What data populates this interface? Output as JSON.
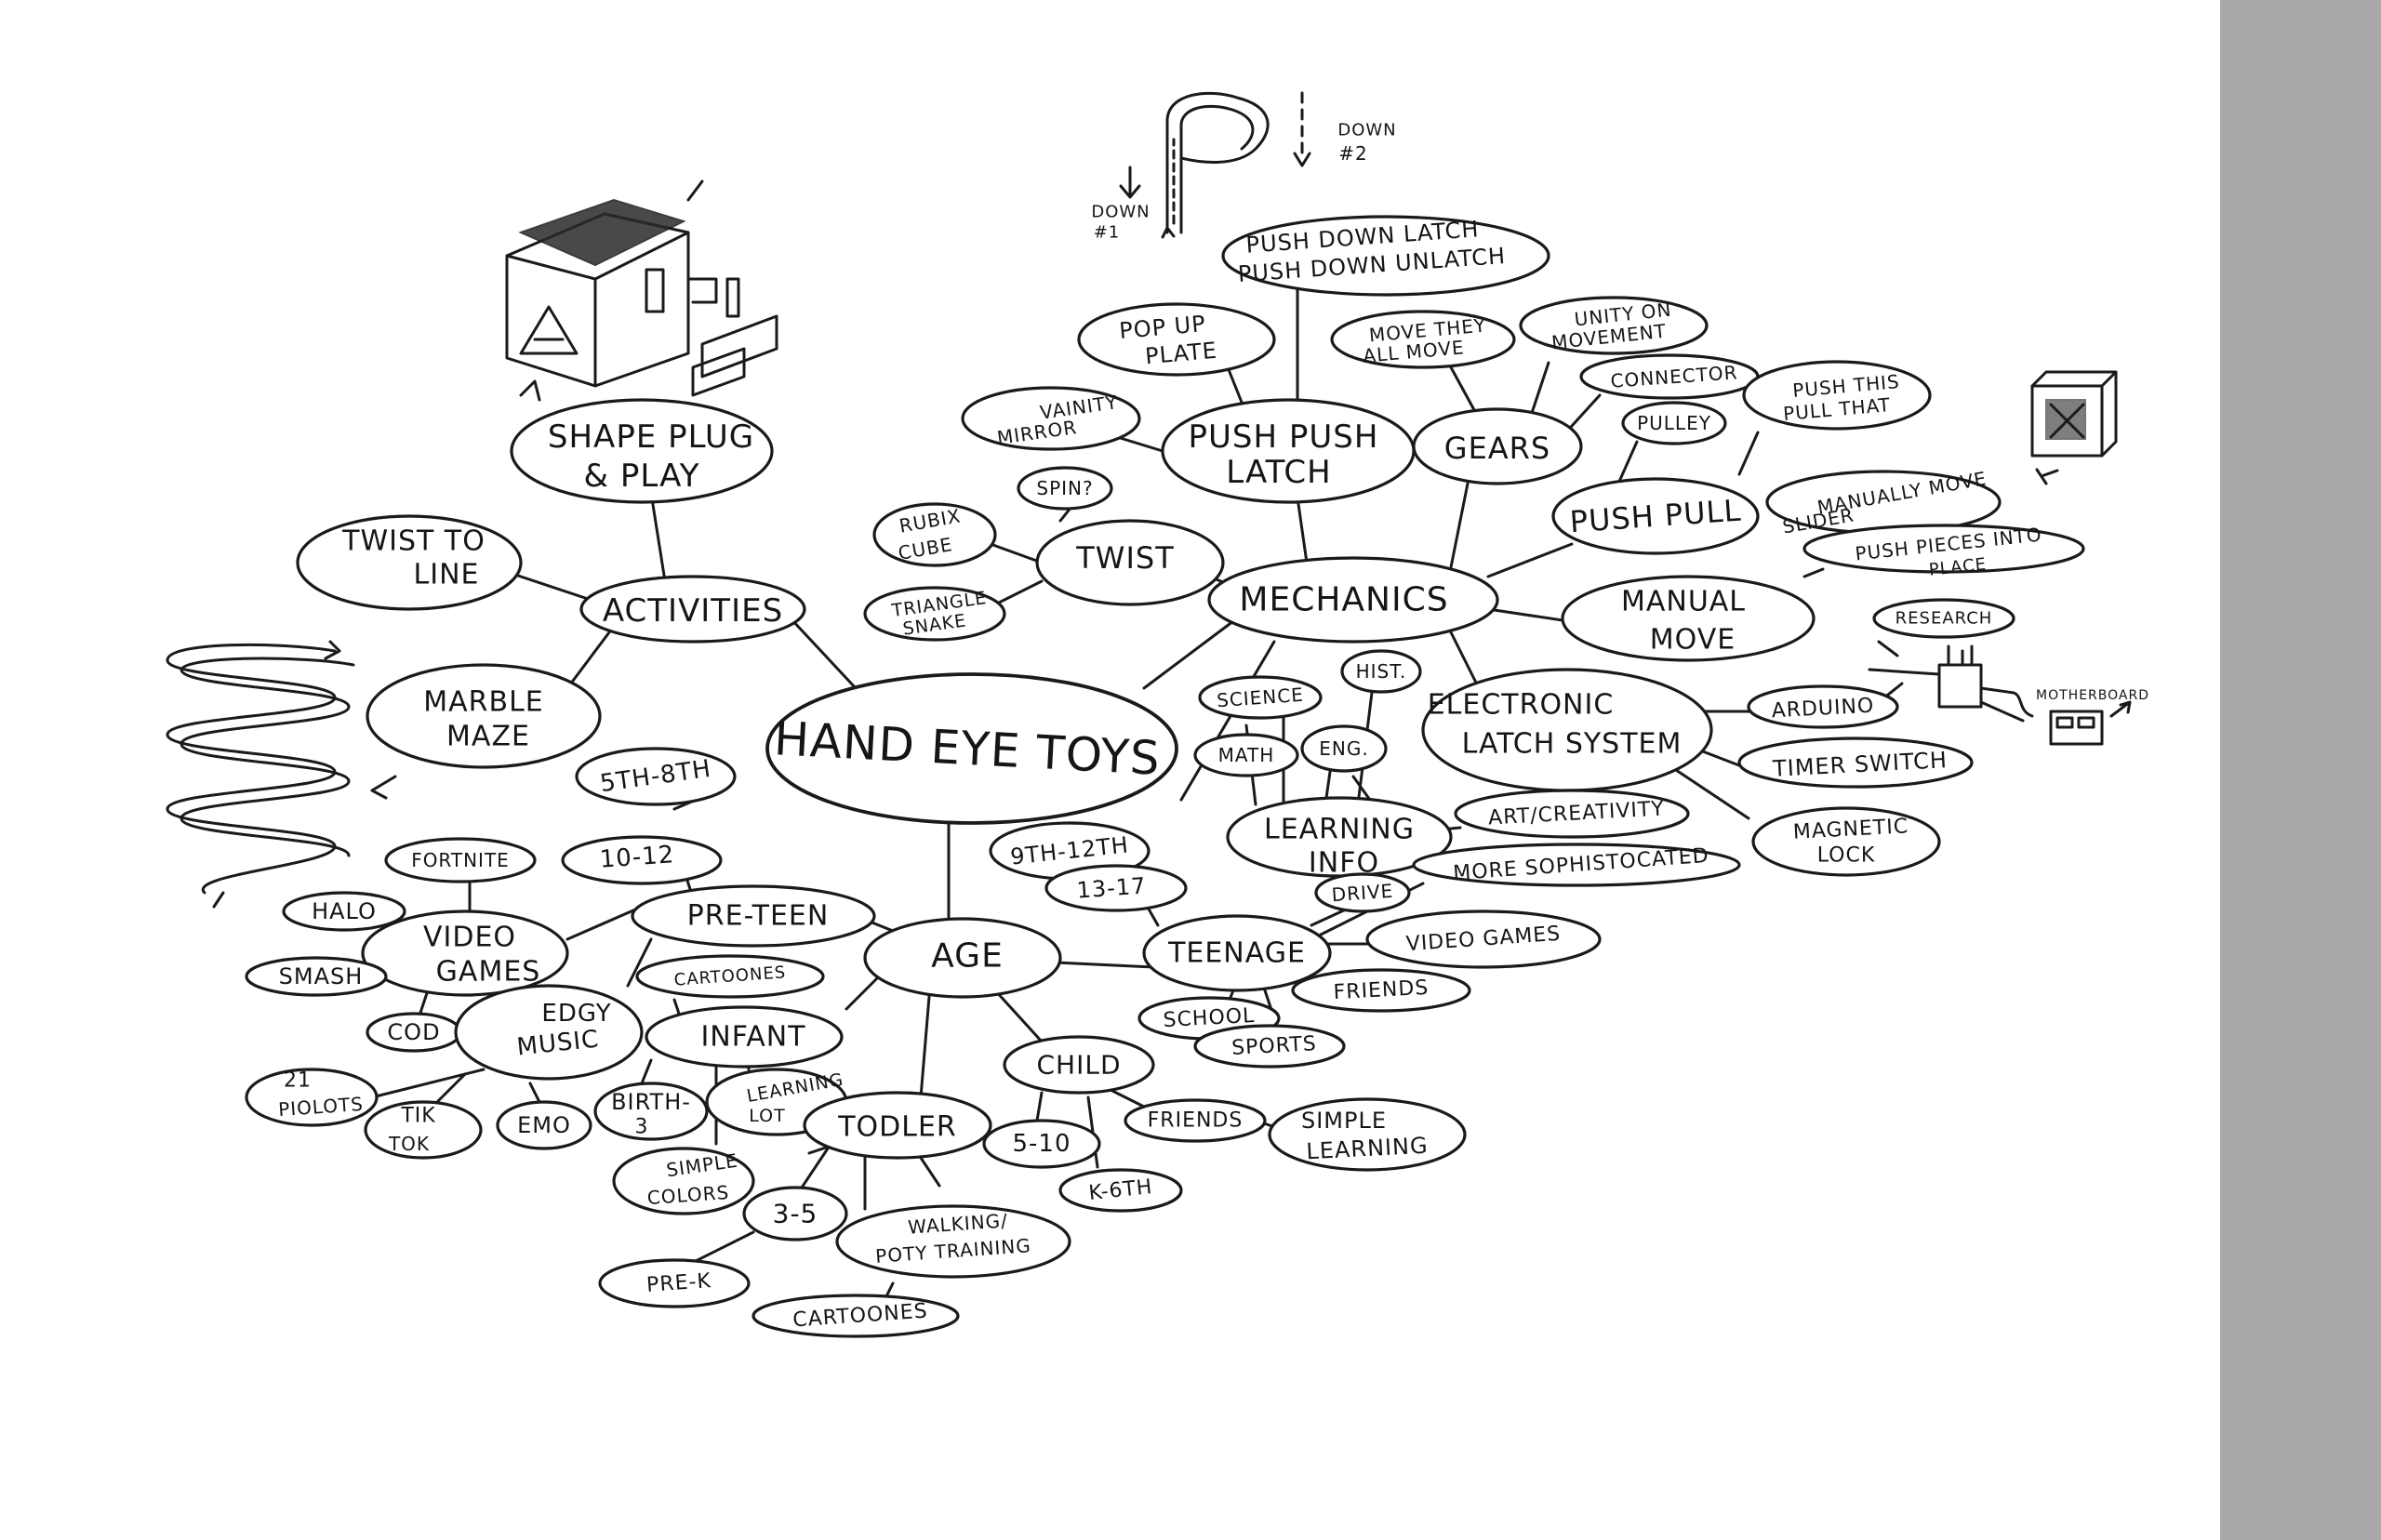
{
  "colors": {
    "paper": "#ffffff",
    "ink": "#1a1a1a",
    "sidebar": "#a8a8a8"
  },
  "center": "HAND EYE TOYS",
  "nodes": {
    "activities": "ACTIVITIES",
    "shape_plug": [
      "SHAPE PLUG",
      "& PLAY"
    ],
    "twist_to_line": [
      "TWIST TO",
      "LINE"
    ],
    "marble_maze": [
      "MARBLE",
      "MAZE"
    ],
    "mechanics": "MECHANICS",
    "push_push_latch": [
      "PUSH PUSH",
      "LATCH"
    ],
    "push_down_latch": [
      "PUSH DOWN LATCH",
      "PUSH DOWN UNLATCH"
    ],
    "pop_up_plate": [
      "POP UP",
      "PLATE"
    ],
    "vanity_mirror": [
      "VAINITY",
      "MIRROR"
    ],
    "twist": "TWIST",
    "spin": "SPIN?",
    "rubix_cube": [
      "RUBIX",
      "CUBE"
    ],
    "triangle_snake": [
      "TRIANGLE",
      "SNAKE"
    ],
    "gears": "GEARS",
    "move_they_all_move": [
      "MOVE THEY",
      "ALL MOVE"
    ],
    "unity_on_movement": [
      "UNITY ON",
      "MOVEMENT"
    ],
    "connector": "CONNECTOR",
    "push_pull": "PUSH PULL",
    "pulley": "PULLEY",
    "push_this_pull_that": [
      "PUSH THIS",
      "PULL THAT"
    ],
    "manually_move_slider": [
      "MANUALLY MOVE",
      "SLIDER"
    ],
    "manual_move": [
      "MANUAL",
      "MOVE"
    ],
    "push_pieces": [
      "PUSH PIECES INTO",
      "PLACE"
    ],
    "electronic_latch": [
      "ELECTRONIC",
      "LATCH SYSTEM"
    ],
    "arduino": "ARDUINO",
    "research": "RESEARCH",
    "motherboard": "MOTHERBOARD",
    "timer_switch": "TIMER SWITCH",
    "magnetic_lock": [
      "MAGNETIC",
      "LOCK"
    ],
    "learning_info": [
      "LEARNING",
      "INFO"
    ],
    "science": "SCIENCE",
    "hist": "HIST.",
    "math": "MATH",
    "eng": "ENG.",
    "art_creativity": "ART/CREATIVITY",
    "age": "AGE",
    "pre_teen": "PRE-TEEN",
    "grades_5_8": "5TH-8TH",
    "ages_10_12": "10-12",
    "video_games_pt": [
      "VIDEO",
      "GAMES"
    ],
    "fortnite": "FORTNITE",
    "halo": "HALO",
    "smash": "SMASH",
    "cod": "COD",
    "edgy_music": [
      "EDGY",
      "MUSIC"
    ],
    "twenty_one_pilots": [
      "21",
      "PIOLOTS"
    ],
    "tik_tok": [
      "TIK",
      "TOK"
    ],
    "emo": "EMO",
    "cartoones_pt": "CARTOONES",
    "infant": "INFANT",
    "birth_3": [
      "BIRTH-",
      "3"
    ],
    "learning_lot": [
      "LEARNING",
      "LOT"
    ],
    "simple_colors": [
      "SIMPLE",
      "COLORS"
    ],
    "todler": "TODLER",
    "ages_3_5": "3-5",
    "pre_k": "PRE-K",
    "walking_potty": [
      "WALKING/",
      "POTY TRAINING"
    ],
    "cartoones_td": "CARTOONES",
    "child": "CHILD",
    "ages_5_10": "5-10",
    "k_6th": "K-6TH",
    "friends_ch": "FRIENDS",
    "simple_learning": [
      "SIMPLE",
      "LEARNING"
    ],
    "teenage": "TEENAGE",
    "grades_9_12": "9TH-12TH",
    "ages_13_17": "13-17",
    "drive": "DRIVE",
    "more_sophisticated": "MORE SOPHISTOCATED",
    "video_games_tn": "VIDEO GAMES",
    "friends_tn": "FRIENDS",
    "school": "SCHOOL",
    "sports": "SPORTS",
    "down_1": [
      "DOWN",
      "#1"
    ],
    "down_2": [
      "DOWN",
      "#2"
    ]
  }
}
